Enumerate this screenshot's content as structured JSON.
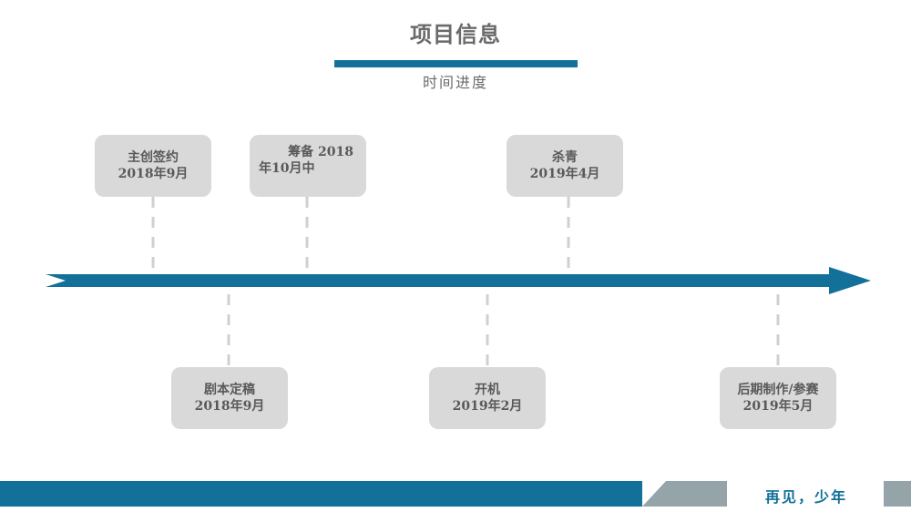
{
  "header": {
    "title": "项目信息",
    "subtitle": "时间进度"
  },
  "milestones": [
    {
      "line1": "主创签约",
      "line2": "2018年9月"
    },
    {
      "line1": "筹备 2018",
      "line2": "年10月中"
    },
    {
      "line1": "杀青",
      "line2": "2019年4月"
    },
    {
      "line1": "剧本定稿",
      "line2": "2018年9月"
    },
    {
      "line1": "开机",
      "line2": "2019年2月"
    },
    {
      "line1": "后期制作/参赛",
      "line2": "2019年5月"
    }
  ],
  "footer": {
    "text": "再见，少年"
  },
  "colors": {
    "accent": "#127099",
    "box": "#d9d9d9",
    "text": "#595959",
    "gray_block": "#95a4a8"
  }
}
